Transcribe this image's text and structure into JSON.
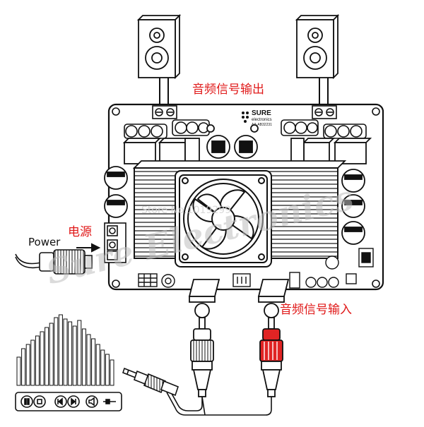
{
  "labels": {
    "speaker_output": "音频信号输出",
    "power_cn": "电源",
    "power_en": "Power",
    "audio_input": "音频信号输入"
  },
  "board": {
    "brand": "SURE",
    "brand_sub": "electronics",
    "model": "AA-AB32231"
  },
  "watermark": {
    "script_text": "Sure Electronics",
    "store_text": "Store No.1019299"
  },
  "colors": {
    "label_red": "#e01818",
    "line_black": "#111111",
    "rca_right": "#e02424"
  }
}
